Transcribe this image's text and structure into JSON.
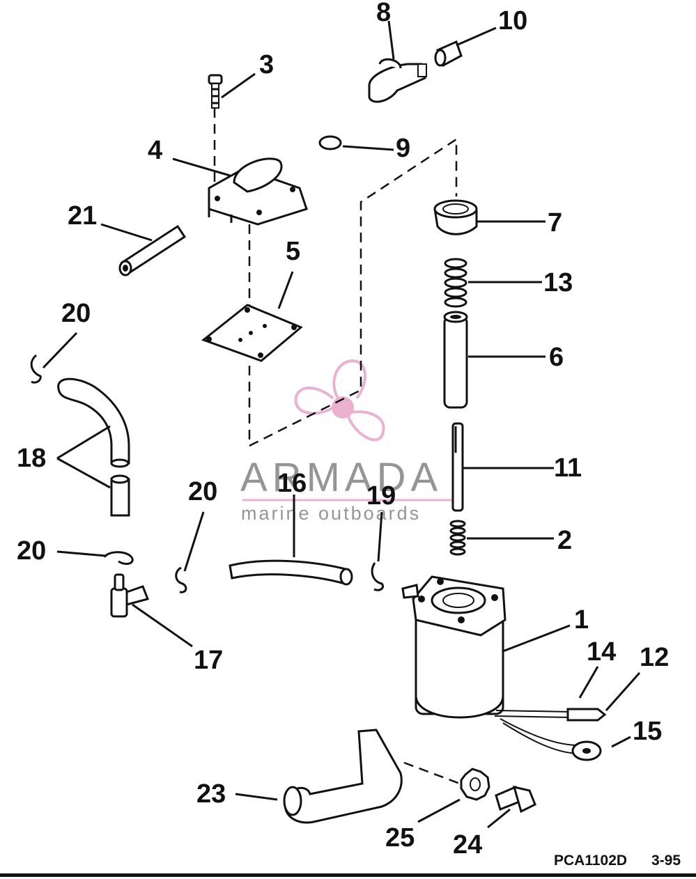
{
  "callouts": {
    "c1": "1",
    "c2": "2",
    "c3": "3",
    "c4": "4",
    "c5": "5",
    "c6": "6",
    "c7": "7",
    "c8": "8",
    "c9": "9",
    "c10": "10",
    "c11": "11",
    "c12": "12",
    "c13": "13",
    "c14": "14",
    "c15": "15",
    "c16": "16",
    "c17": "17",
    "c18": "18",
    "c19": "19",
    "c20a": "20",
    "c20b": "20",
    "c20c": "20",
    "c21": "21",
    "c23": "23",
    "c24": "24",
    "c25": "25"
  },
  "footer": {
    "code": "PCA1102D",
    "date": "3-95"
  },
  "watermark": {
    "brand": "ARMADA",
    "tagline": "marine outboards"
  },
  "colors": {
    "ink": "#111111",
    "watermark_pink": "#e9a9cb",
    "watermark_gray": "#8a8a8a"
  }
}
